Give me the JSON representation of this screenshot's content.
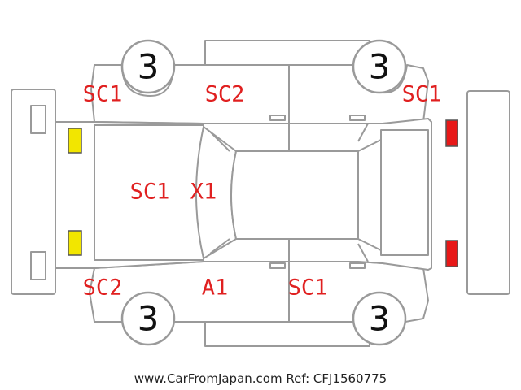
{
  "colors": {
    "damage_text": "#e02020",
    "front_lamp": "#f2e600",
    "rear_lamp": "#e81818",
    "outline": "#9a9a9a"
  },
  "tyres": {
    "front_left": "3",
    "rear_left": "3",
    "front_right": "3",
    "rear_right": "3"
  },
  "damage_marks": {
    "front_left_fender": "SC1",
    "left_front_door": "SC2",
    "left_rear_quarter": "SC1",
    "hood": "SC1",
    "windshield": "X1",
    "front_right_fender": "SC2",
    "right_front_door": "A1",
    "right_rear_door": "SC1"
  },
  "footer": {
    "watermark": "www.CarFromJapan.com Ref: CFJ1560775"
  }
}
